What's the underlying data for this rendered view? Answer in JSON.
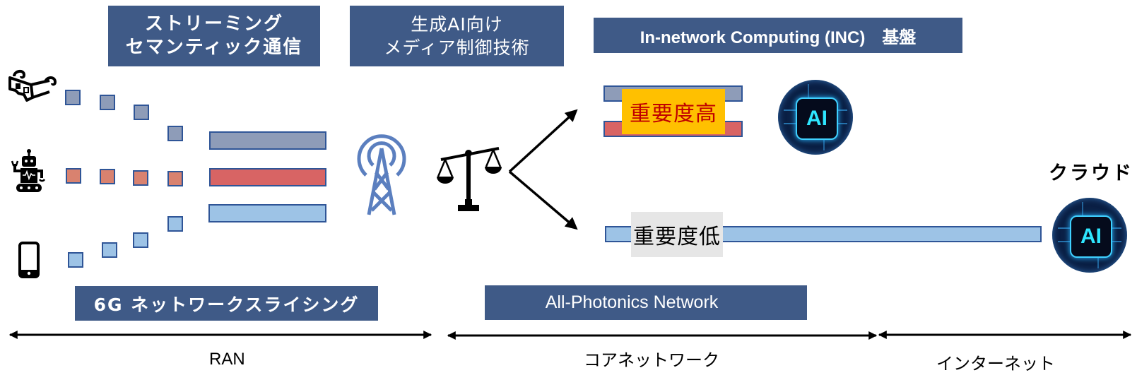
{
  "headers": {
    "streaming_semantic": [
      "ストリーミング",
      "セマンティック通信"
    ],
    "generative_ai_media": [
      "生成AI向け",
      "メディア制御技術"
    ],
    "inc_platform": "In-network Computing (INC)　基盤",
    "network_slicing": "6G ネットワークスライシング",
    "all_photonics": "All-Photonics Network"
  },
  "priority_labels": {
    "high": "重要度高",
    "low": "重要度低"
  },
  "cloud_label": "クラウド",
  "ai_chip_text": "AI",
  "segments": {
    "ran": "RAN",
    "core": "コアネットワーク",
    "internet": "インターネット"
  },
  "devices": [
    {
      "name": "3d-glasses",
      "icon": "3d-glasses-icon",
      "stream_color": "#8e9cb8"
    },
    {
      "name": "robot",
      "icon": "robot-icon",
      "stream_color": "#d9826f"
    },
    {
      "name": "smartphone",
      "icon": "smartphone-icon",
      "stream_color": "#9dc3e6"
    }
  ],
  "colors": {
    "header_bg": "#3f5a87",
    "stream_gray": "#8e9cb8",
    "stream_red": "#d86464",
    "stream_packet_red": "#d9826f",
    "stream_blue": "#9dc3e6",
    "packet_border": "#2f5597",
    "high_priority_bg": "#ffc000",
    "high_priority_text": "#c00000",
    "low_priority_bg": "#e6e6e6",
    "tower": "#5b7fbf"
  }
}
